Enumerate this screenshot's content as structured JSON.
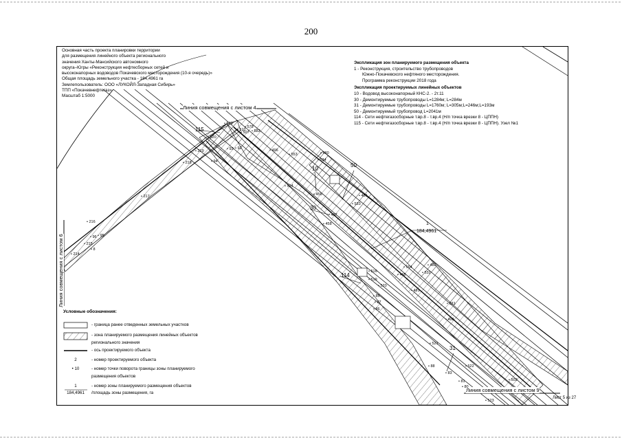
{
  "page_number": "200",
  "header_lines": [
    "Основная часть проекта планировки территории",
    "для размещения линейного объекта регионального",
    "значения Ханты-Мансийского автономного",
    "округа–Югры «Реконструкция нефтесборных сетей и",
    "высоконапорных водоводов Покачевского месторождения (10-я очередь)»",
    "Общая площадь земельного  участка - 184,4961 га",
    "Землепользователь: ООО «ЛУКОЙЛ-Западная Сибирь»",
    "ТПП «Покачевнефтегаз»",
    "Масштаб 1:5000"
  ],
  "explication_zones": {
    "title": "Экспликация зон планируемого размещения объекта",
    "items": [
      "1 - Реконструкция, строительство трубопроводов",
      "Южно-Покачевского нефтяного месторождения.",
      "Программа реконструкции 2018 года"
    ]
  },
  "explication_objects": {
    "title": "Экспликация проектируемых линейных объектов",
    "items": [
      "10 - Водовод высоконапорный КНС-2. - 2т.11",
      "30 - Демонтируемые трубопроводы L=1284м; L=284м",
      "31 - Демонтируемые трубопроводы L=1760м; L=305м;L=246м;L=193м",
      "50 - Демонтируемый трубопровод L=2041м",
      "114 - Сети нефтегазосборные т.вр.8 - т.вр.4 (Н/п точка врезки 8 - ЦППН)",
      "115 - Сети нефтегазосборные т.вр.8 - т.вр.4 (Н/п точка врезки 8 - ЦППН). Узел №1"
    ]
  },
  "legend": {
    "title": "Условные обозначения:",
    "rows": [
      {
        "symbol": "",
        "text": "- граница ранее отведенных земельных участков"
      },
      {
        "symbol": "",
        "text": "- зона планируемого размещения линейных объектов"
      },
      {
        "symbol": "",
        "text": "регионального значения"
      },
      {
        "symbol": "",
        "text": "- ось проектируемого объекта"
      },
      {
        "symbol": "2",
        "text": "- номер проектируемого объекта"
      },
      {
        "symbol": "• 10",
        "text": "- номер точки поворота границы зоны планируемого"
      },
      {
        "symbol": "",
        "text": "размещения объектов"
      },
      {
        "symbol": "1",
        "symbol_sub": "184,4961",
        "text": "- номер зоны планируемого размещения объектов"
      },
      {
        "symbol": "",
        "text": "/площадь зоны размещения, га"
      }
    ]
  },
  "map_labels": {
    "match_line_4": "Линия совмещения с листом 4",
    "match_line_6": "Линия совмещения с листом 6",
    "match_line_9": "Линия совмещения с листом 9",
    "zone_number": "1",
    "zone_area": "184,4961",
    "object_50": "50",
    "object_10": "10",
    "object_30": "30",
    "object_31": "31",
    "object_114": "114",
    "object_115": "115",
    "points": [
      "570",
      "579",
      "512",
      "582",
      "507",
      "553",
      "496",
      "480",
      "534",
      "514",
      "456",
      "481",
      "533",
      "497",
      "458",
      "516",
      "519",
      "520",
      "85",
      "87",
      "86",
      "554",
      "482",
      "532",
      "495",
      "491",
      "531",
      "498",
      "521",
      "88",
      "522",
      "83",
      "81",
      "80",
      "502",
      "523",
      "219",
      "218",
      "217",
      "216",
      "96",
      "95",
      "215",
      "214",
      "8",
      "94",
      "93",
      "92",
      "220"
    ]
  },
  "sheet_label": "Лист 5 из 27"
}
